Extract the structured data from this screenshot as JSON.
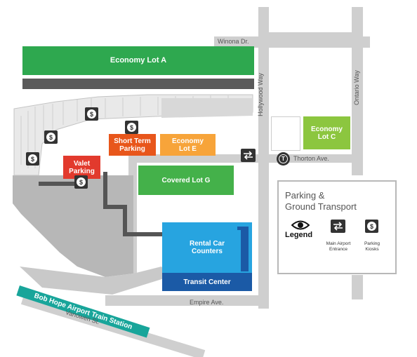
{
  "lots": {
    "economy_a": "Economy Lot A",
    "economy_c": "Economy\nLot C",
    "economy_e": "Economy\nLot E",
    "short_term": "Short Term\nParking",
    "valet": "Valet\nParking",
    "covered_g": "Covered Lot G",
    "rental_cars": "Rental Car\nCounters",
    "transit_center": "Transit Center"
  },
  "streets": {
    "winona": "Winona Dr.",
    "hollywood": "Hollywood Way",
    "ontario": "Ontario Way",
    "thornton": "Thorton Ave.",
    "empire": "Empire Ave.",
    "vanowen": "Vanowen St."
  },
  "train_station": "Bob Hope Airport Train Station",
  "legend": {
    "title": "Parking &\nGround Transport",
    "legend_label": "Legend",
    "entrance_caption": "Main Airport\nEntrance",
    "kiosks_caption": "Parking\nKiosks"
  },
  "icons": {
    "kiosk_symbol": "$",
    "transit_symbol": "T"
  },
  "colors": {
    "economy_dark_green": "#2ea84f",
    "economy_light_green": "#8cc63f",
    "short_term_orange": "#e8561b",
    "economy_e_orange": "#f7a43a",
    "valet_red": "#e23a2d",
    "covered_green": "#44b14a",
    "rental_blue": "#27a4e0",
    "transit_navy": "#1b5aa6",
    "train_teal": "#18a59a",
    "road_gray": "#cfcfcf",
    "terminal_gray": "#b7b7b7"
  }
}
